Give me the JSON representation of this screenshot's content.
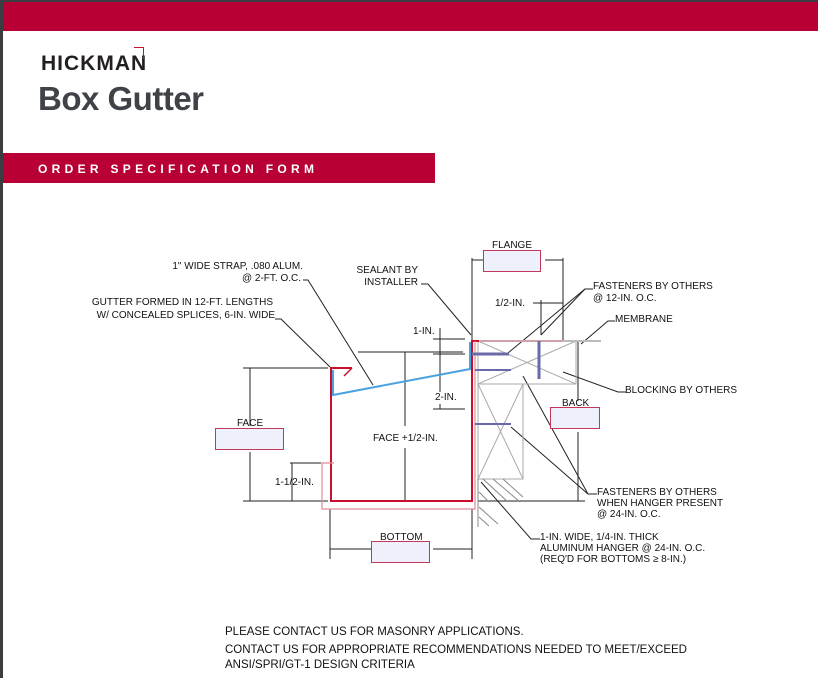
{
  "brand": {
    "logo": "HICKMAN",
    "title": "Box Gutter",
    "band": "ORDER SPECIFICATION FORM"
  },
  "diagram": {
    "strap": [
      "1\" WIDE STRAP, .080 ALUM.",
      "@ 2-FT. O.C."
    ],
    "gutter": [
      "GUTTER FORMED IN 12-FT. LENGTHS",
      "W/ CONCEALED SPLICES, 6-IN. WIDE"
    ],
    "sealant": [
      "SEALANT BY",
      "INSTALLER"
    ],
    "flange": "FLANGE",
    "half_in": "1/2-IN.",
    "fasteners12": [
      "FASTENERS BY OTHERS",
      "@ 12-IN. O.C."
    ],
    "membrane": "MEMBRANE",
    "one_in": "1-IN.",
    "blocking": "BLOCKING BY OTHERS",
    "back": "BACK",
    "two_in": "2-IN.",
    "face": "FACE",
    "face_half": "FACE +1/2-IN.",
    "one_half_in": "1-1/2-IN.",
    "fasteners24": [
      "FASTENERS BY OTHERS",
      "WHEN HANGER PRESENT",
      "@ 24-IN. O.C."
    ],
    "bottom": "BOTTOM",
    "hanger": [
      "1-IN. WIDE, 1/4-IN. THICK",
      "ALUMINUM HANGER @ 24-IN. O.C.",
      "(REQ'D FOR BOTTOMS ≥ 8-IN.)"
    ],
    "inputs": {
      "flange": "",
      "back": "",
      "face": "",
      "bottom": ""
    }
  },
  "notes": [
    "PLEASE CONTACT US FOR MASONRY APPLICATIONS.",
    "CONTACT US FOR APPROPRIATE RECOMMENDATIONS NEEDED TO MEET/EXCEED",
    "ANSI/SPRI/GT-1 DESIGN CRITERIA"
  ],
  "colors": {
    "brand": "#b80035",
    "gutter": "#c8102e",
    "strap": "#4aa3e0",
    "fastener": "#6a6aa8"
  }
}
